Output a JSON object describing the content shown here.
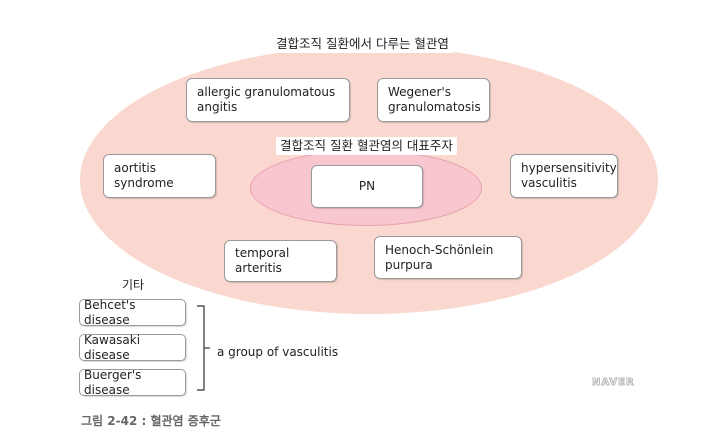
{
  "diagram": {
    "outer_title": "결합조직 질환에서 다루는 혈관염",
    "inner_title": "결합조직 질환 혈관염의 대표주자",
    "center_node": "PN",
    "nodes": {
      "allergic": [
        "allergic granulomatous",
        "angitis"
      ],
      "wegener": [
        "Wegener's",
        "granulomatosis"
      ],
      "aortitis": "aortitis syndrome",
      "hypersensitivity": [
        "hypersensitivity",
        "vasculitis"
      ],
      "temporal": "temporal arteritis",
      "henoch": [
        "Henoch-Schönlein",
        "purpura"
      ]
    },
    "others": {
      "label": "기타",
      "items": [
        "Behcet's disease",
        "Kawasaki disease",
        "Buerger's disease"
      ],
      "group_label": "a group of vasculitis"
    },
    "caption": "그림 2-42 : 혈관염 증후군",
    "watermark": "NAVER"
  },
  "colors": {
    "outer_fill": "#fad8cf",
    "inner_fill": "#f7c6cf",
    "box_border": "#9a9a9a"
  }
}
